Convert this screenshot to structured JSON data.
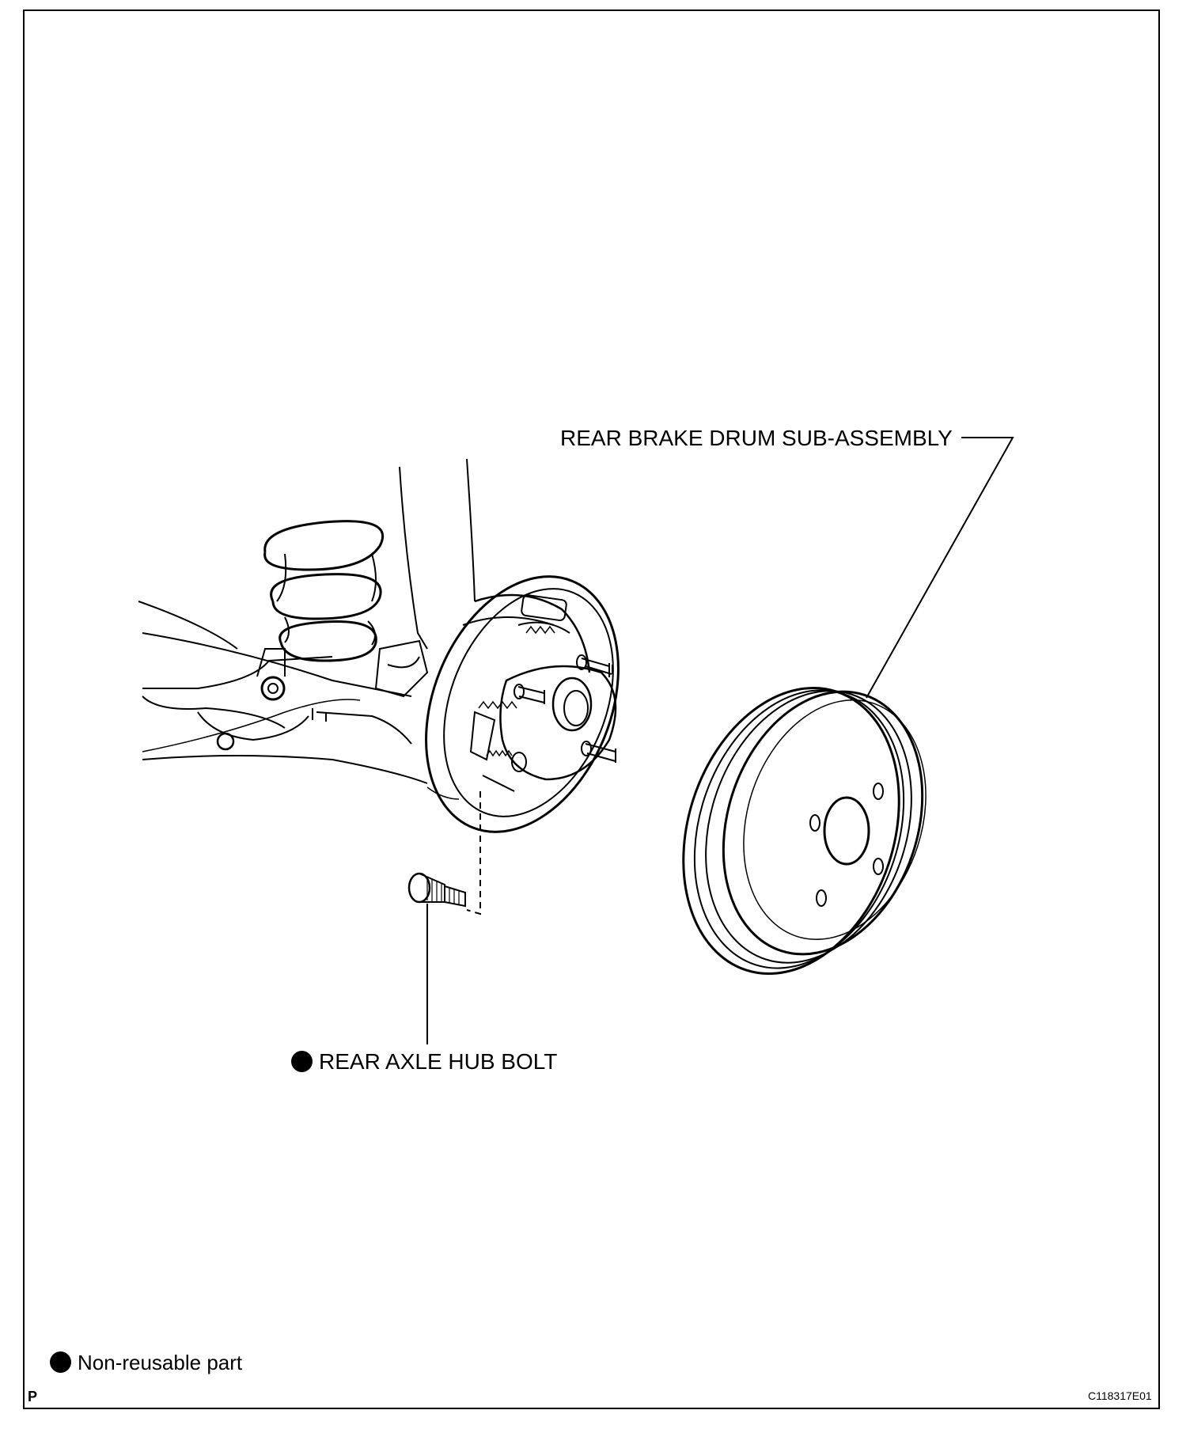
{
  "callouts": {
    "drum": "REAR BRAKE DRUM SUB-ASSEMBLY",
    "hub_bolt": "REAR AXLE HUB BOLT"
  },
  "legend": {
    "non_reusable": "Non-reusable part"
  },
  "footer": {
    "section_mark": "P",
    "figure_code": "C118317E01"
  },
  "colors": {
    "line": "#000000",
    "background": "#ffffff"
  }
}
